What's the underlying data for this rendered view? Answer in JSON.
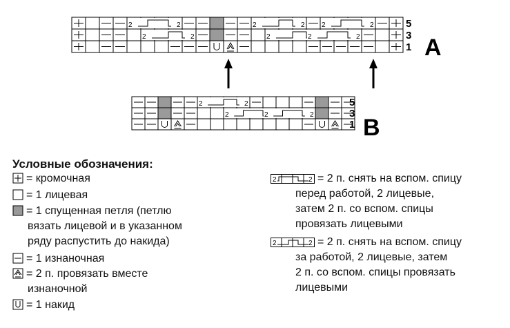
{
  "grid_a": {
    "label": "A",
    "rows": [
      {
        "num": "5",
        "cells": [
          "+",
          "",
          "-",
          "-",
          "c2a",
          "",
          "",
          "-",
          "-",
          "-",
          "s",
          "-",
          "-",
          "c2b",
          "",
          "",
          "-",
          "-",
          "c2a",
          "",
          "",
          "-",
          "-",
          "+"
        ]
      },
      {
        "num": "3",
        "cells": [
          "+",
          "",
          "-",
          "-",
          "",
          "c2b",
          "",
          "",
          "-",
          "-",
          "s",
          "-",
          "-",
          "",
          "c2b",
          "",
          "",
          "c2a",
          "",
          "",
          "-",
          "-",
          "",
          "+"
        ]
      },
      {
        "num": "1",
        "cells": [
          "+",
          "",
          "-",
          "-",
          "",
          "",
          "",
          "-",
          "-",
          "-",
          "u",
          "k",
          "-",
          "",
          "",
          "",
          "",
          "-",
          "-",
          "-",
          "-",
          "-",
          "",
          "+"
        ]
      }
    ]
  },
  "grid_b": {
    "label": "B",
    "rows": [
      {
        "num": "5",
        "cells": [
          "-",
          "-",
          "s",
          "-",
          "-",
          "c2b",
          "",
          "",
          "-",
          "-",
          "",
          "",
          "",
          "-",
          "s",
          "-",
          "-"
        ]
      },
      {
        "num": "3",
        "cells": [
          "-",
          "-",
          "s",
          "-",
          "-",
          "",
          "",
          "c2a",
          "",
          "",
          "c2a",
          "",
          "",
          "-",
          "s",
          "-",
          "-"
        ]
      },
      {
        "num": "1",
        "cells": [
          "-",
          "-",
          "u",
          "k",
          "-",
          "",
          "",
          "",
          "",
          "",
          "",
          "",
          "",
          "-",
          "u",
          "k",
          "-"
        ]
      }
    ]
  },
  "legend": {
    "title": "Условные обозначения:",
    "items": [
      {
        "symbol": "edge",
        "text": "= кромочная"
      },
      {
        "symbol": "knit",
        "text": "= 1 лицевая"
      },
      {
        "symbol": "dropped",
        "lines": [
          "= 1 спущенная петля (петлю",
          "вязать лицевой и в указанном",
          "ряду распустить до накида)"
        ]
      },
      {
        "symbol": "purl",
        "text": "= 1 изнаночная"
      },
      {
        "symbol": "k2tog",
        "lines": [
          "= 2 п. провязать вместе",
          "изнаночной"
        ]
      },
      {
        "symbol": "yo",
        "text": "= 1 накид"
      },
      {
        "symbol": "cable_front",
        "lines": [
          "= 2 п. снять на вспом. спицу",
          "перед работой, 2 лицевые,",
          "затем 2 п. со вспом. спицы",
          "провязать лицевыми"
        ]
      },
      {
        "symbol": "cable_back",
        "lines": [
          "= 2 п. снять на вспом. спицу",
          "за работой, 2 лицевые, затем",
          "2 п. со вспом. спицы провязать",
          "лицевыми"
        ]
      }
    ],
    "cable_label": "2"
  }
}
